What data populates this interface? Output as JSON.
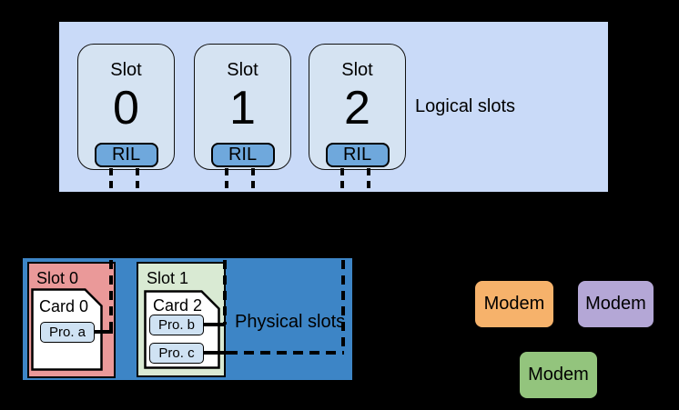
{
  "canvas": {
    "background": "#000000"
  },
  "logical_section": {
    "label": "Logical slots",
    "box_fill": "#c9daf8",
    "slot_fill": "#d5e3f2",
    "ril_fill": "#6fa8dc",
    "slots": [
      {
        "title": "Slot",
        "number": "0",
        "ril_label": "RIL"
      },
      {
        "title": "Slot",
        "number": "1",
        "ril_label": "RIL"
      },
      {
        "title": "Slot",
        "number": "2",
        "ril_label": "RIL"
      }
    ]
  },
  "physical_section": {
    "label": "Physical slots",
    "box_fill": "#3d85c6",
    "card_fill": "#ffffff",
    "profile_fill": "#cfe2f3",
    "slots": [
      {
        "label": "Slot 0",
        "fill": "#ea9999",
        "card_label": "Card 0",
        "profiles": [
          "Pro. a"
        ]
      },
      {
        "label": "Slot 1",
        "fill": "#d9ead3",
        "card_label": "Card 2",
        "profiles": [
          "Pro. b",
          "Pro. c"
        ]
      }
    ]
  },
  "modems": [
    {
      "label": "Modem",
      "fill": "#f6b26b"
    },
    {
      "label": "Modem",
      "fill": "#b4a7d6"
    },
    {
      "label": "Modem",
      "fill": "#93c47d"
    }
  ]
}
